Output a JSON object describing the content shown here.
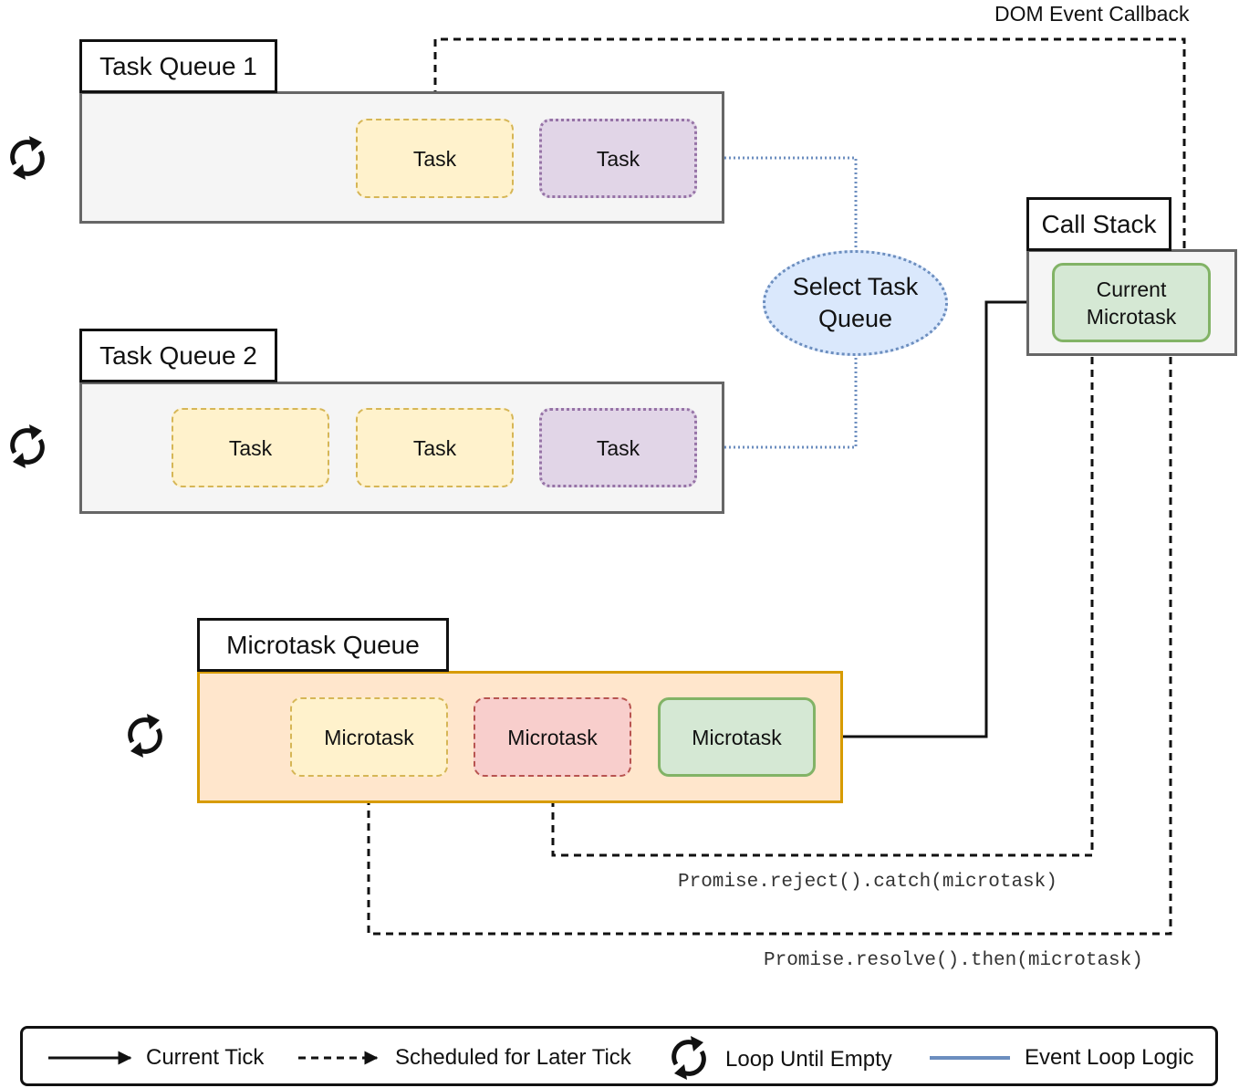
{
  "task_queue_1": {
    "title": "Task Queue 1",
    "tasks": [
      "Task",
      "Task"
    ]
  },
  "task_queue_2": {
    "title": "Task Queue 2",
    "tasks": [
      "Task",
      "Task",
      "Task"
    ]
  },
  "microtask_queue": {
    "title": "Microtask Queue",
    "items": [
      "Microtask",
      "Microtask",
      "Microtask"
    ]
  },
  "call_stack": {
    "title": "Call Stack",
    "current_line1": "Current",
    "current_line2": "Microtask"
  },
  "selector": {
    "line1": "Select Task",
    "line2": "Queue"
  },
  "edge_labels": {
    "dom_event": "DOM Event Callback",
    "reject": "Promise.reject().catch(microtask)",
    "resolve": "Promise.resolve().then(microtask)"
  },
  "legend": {
    "current_tick": "Current Tick",
    "later_tick": "Scheduled for Later Tick",
    "loop": "Loop Until Empty",
    "event_loop": "Event Loop Logic"
  },
  "icons": [
    "loop-icon",
    "loop-icon",
    "loop-icon",
    "loop-icon"
  ],
  "colors": {
    "task_fill": "#fff2cc",
    "task_border": "#d6b656",
    "alt_task_fill": "#e1d5e7",
    "alt_task_border": "#9673a6",
    "reject_fill": "#f8cecc",
    "reject_border": "#b85450",
    "current_fill": "#d5e8d4",
    "current_border": "#82b366",
    "microtask_queue_fill": "#ffe6cc",
    "microtask_queue_border": "#d79b00",
    "queue_fill": "#f5f5f5",
    "queue_border": "#666666",
    "selector_fill": "#dae8fc",
    "event_loop_line": "#6c8ebf"
  }
}
